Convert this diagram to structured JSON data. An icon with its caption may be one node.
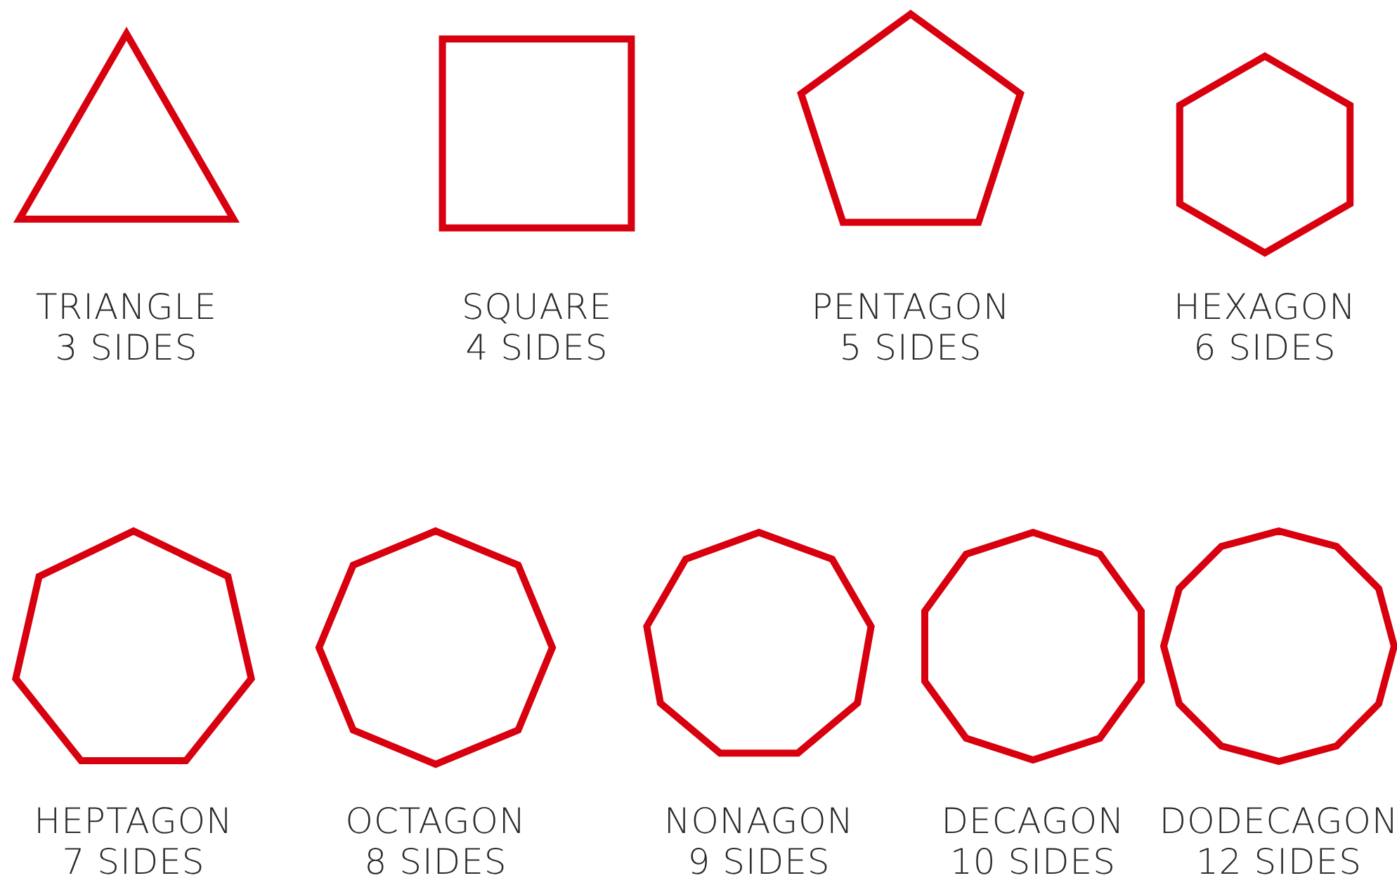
{
  "diagram": {
    "nodes": [
      {
        "text": [
          "TRIANGLE",
          "3 SIDES"
        ]
      },
      {
        "text": [
          "SQUARE",
          "4 SIDES"
        ]
      },
      {
        "text": [
          "PENTAGON",
          "5 SIDES"
        ]
      },
      {
        "text": [
          "HEXAGON",
          "6 SIDES"
        ]
      },
      {
        "text": [
          "HEPTAGON",
          "7 SIDES"
        ]
      },
      {
        "text": [
          "OCTAGON",
          "8 SIDES"
        ]
      },
      {
        "text": [
          "NONAGON",
          "9 SIDES"
        ]
      },
      {
        "text": [
          "DECAGON",
          "10 SIDES"
        ]
      },
      {
        "text": [
          "DODECAGON",
          "12 SIDES"
        ]
      }
    ],
    "edges": []
  }
}
